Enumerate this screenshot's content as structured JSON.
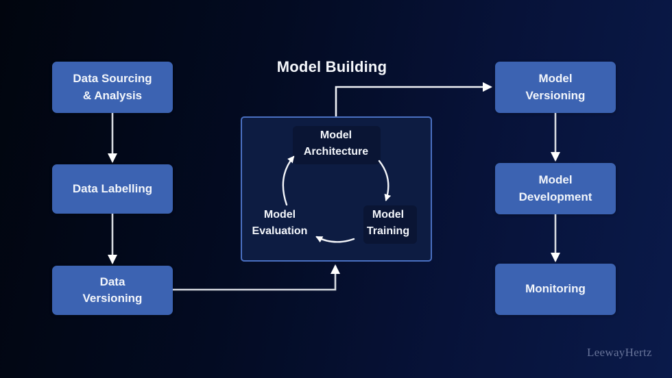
{
  "title": "Model Building",
  "watermark": "LeewayHertz",
  "colors": {
    "background_left": "#01050e",
    "background_right": "#0a1a4a",
    "node_fill": "#3c63b2",
    "node_text": "#f3f6fb",
    "center_box_fill": "#0d1c42",
    "center_box_border": "#4a70c2",
    "connector_line": "#d9dce2",
    "arrowhead": "#ffffff",
    "watermark_color": "#68749a"
  },
  "nodes": {
    "left": [
      {
        "label": "Data Sourcing\n& Analysis"
      },
      {
        "label": "Data Labelling"
      },
      {
        "label": "Data\nVersioning"
      }
    ],
    "right": [
      {
        "label": "Model\nVersioning"
      },
      {
        "label": "Model\nDevelopment"
      },
      {
        "label": "Monitoring"
      }
    ],
    "cycle": [
      {
        "label": "Model\nArchitecture"
      },
      {
        "label": "Model\nTraining"
      },
      {
        "label": "Model\nEvaluation"
      }
    ]
  },
  "edges": [
    {
      "from": "Data Sourcing & Analysis",
      "to": "Data Labelling"
    },
    {
      "from": "Data Labelling",
      "to": "Data Versioning"
    },
    {
      "from": "Data Versioning",
      "to": "Model Building"
    },
    {
      "from": "Model Building",
      "to": "Model Versioning"
    },
    {
      "from": "Model Versioning",
      "to": "Model Development"
    },
    {
      "from": "Model Development",
      "to": "Monitoring"
    },
    {
      "from": "Model Architecture",
      "to": "Model Training"
    },
    {
      "from": "Model Training",
      "to": "Model Evaluation"
    },
    {
      "from": "Model Evaluation",
      "to": "Model Architecture"
    }
  ]
}
